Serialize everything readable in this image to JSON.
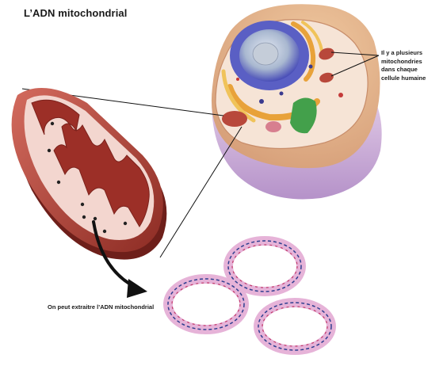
{
  "title": "L’ADN mitochondrial",
  "callout_lines": [
    "Il y a plusieurs",
    "mitochondries",
    "dans chaque",
    "cellule humaine"
  ],
  "extraction_label": "On peut extraitre l’ADN mitochondrial",
  "colors": {
    "cell_membrane": "#e6b48a",
    "cell_inner": "#f5e2d2",
    "cell_base": "#c9a8d8",
    "nucleus": "#5a5fc4",
    "nucleolus": "#b3bfd0",
    "golgi": "#e8a23a",
    "mitochondria": "#b8483b",
    "mito_inner": "#9c2f27",
    "green_organelle": "#43a04b",
    "dna_ring": "#e6b3d8",
    "dna_strand": "#2f3f8f",
    "arrow": "#111111"
  },
  "icons": [
    "cell-illustration",
    "mitochondrion-illustration",
    "dna-ring",
    "curved-arrow"
  ]
}
